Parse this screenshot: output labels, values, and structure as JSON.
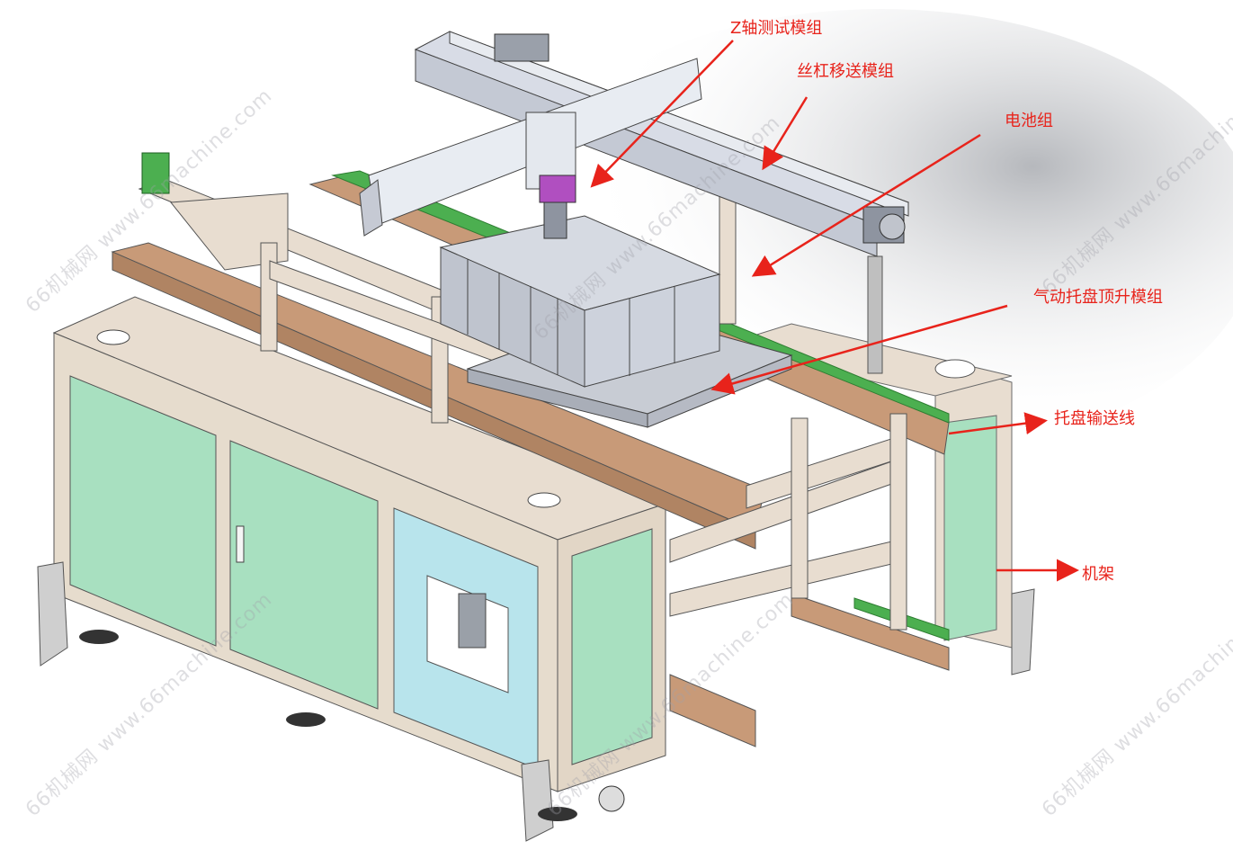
{
  "labels": {
    "z_axis_module": "Z轴测试模组",
    "screw_transfer_module": "丝杠移送模组",
    "battery_pack": "电池组",
    "pneumatic_tray_lift_module": "气动托盘顶升模组",
    "tray_conveyor": "托盘输送线",
    "frame": "机架"
  },
  "watermark": {
    "text": "66机械网 www.66machine.com"
  },
  "colors": {
    "label_red": "#e8231b",
    "cabinet_green": "#a8e0c0",
    "panel_blue": "#b8e4ec",
    "frame_beige": "#e8ddd0",
    "rail_brown": "#c89a78",
    "gantry_gray": "#d8dce6"
  }
}
